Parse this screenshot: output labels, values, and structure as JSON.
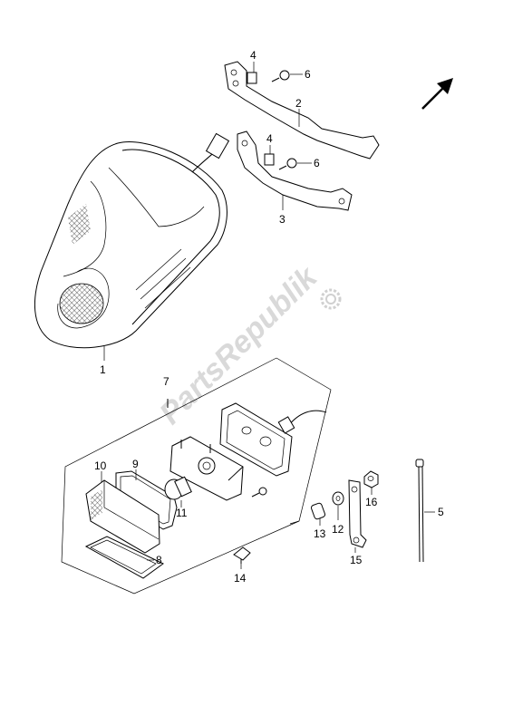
{
  "watermark": "PartsRepublik",
  "parts": {
    "p1": "1",
    "p2": "2",
    "p3": "3",
    "p4a": "4",
    "p4b": "4",
    "p5": "5",
    "p6a": "6",
    "p6b": "6",
    "p7": "7",
    "p8": "8",
    "p9": "9",
    "p10": "10",
    "p11": "11",
    "p12": "12",
    "p13": "13",
    "p14": "14",
    "p15": "15",
    "p16": "16"
  },
  "icons": {
    "direction": "front-direction-arrow-icon",
    "gear": "gear-icon"
  }
}
